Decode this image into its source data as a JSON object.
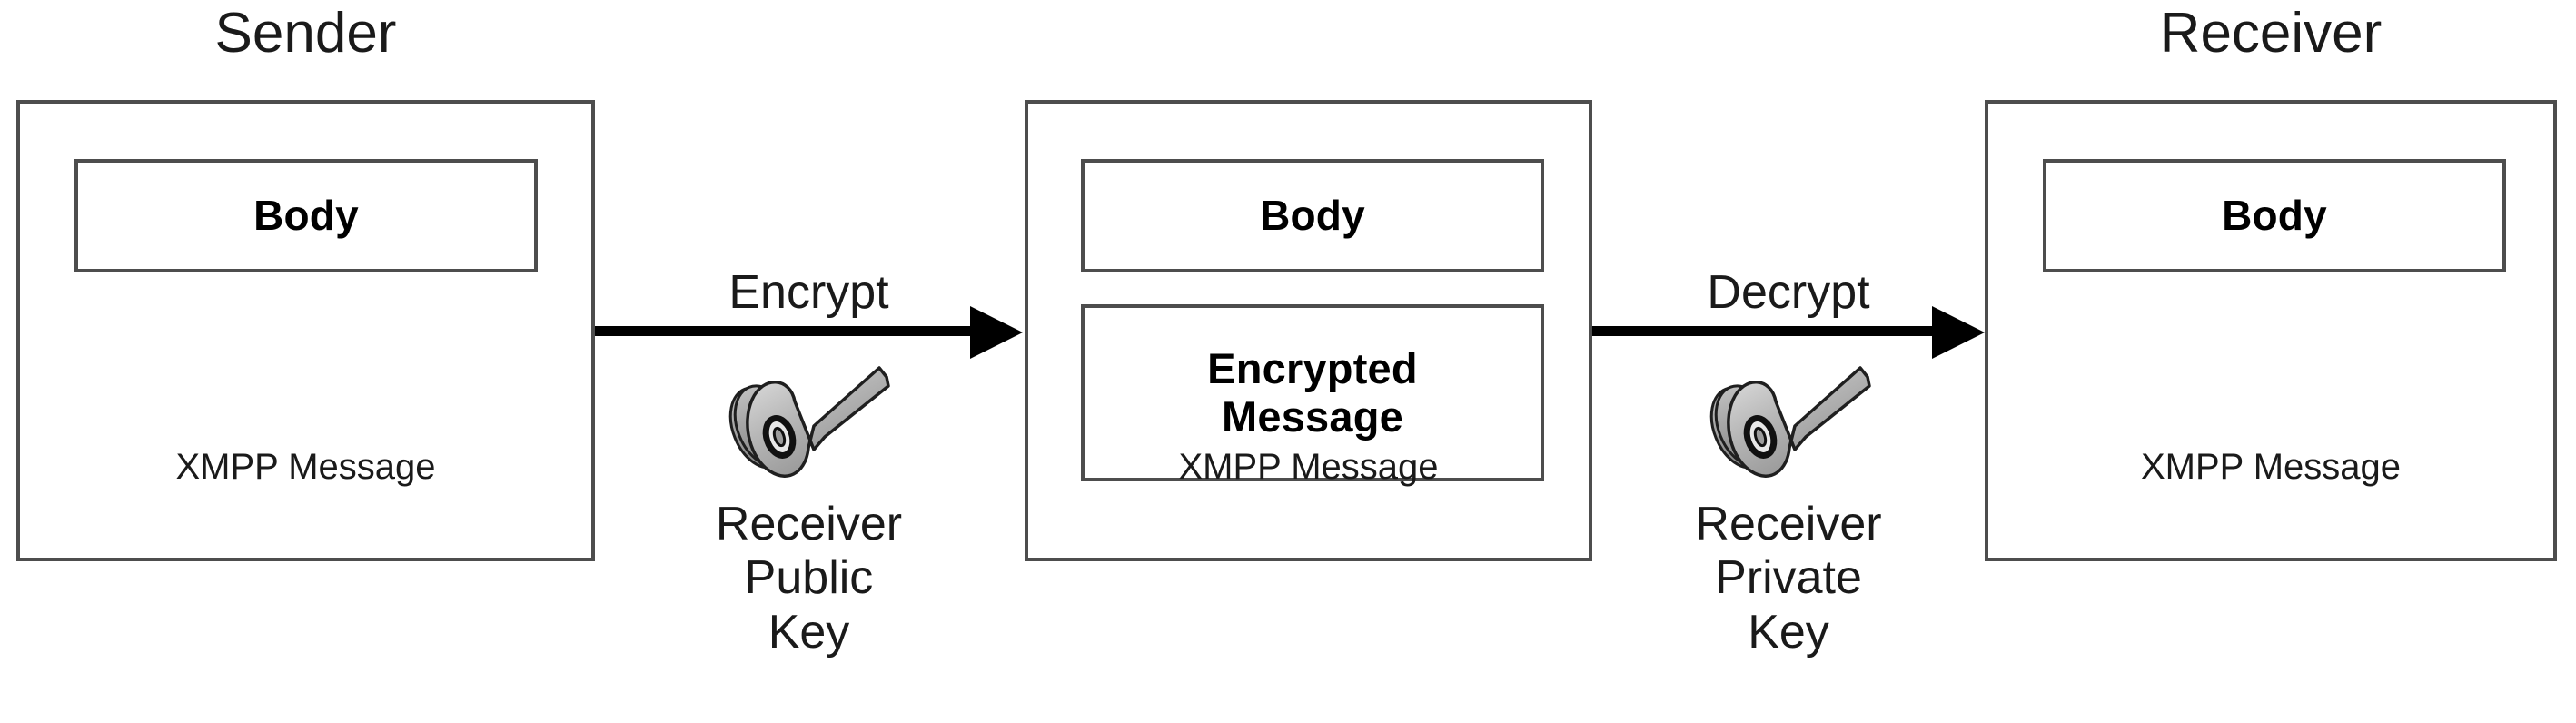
{
  "diagram": {
    "title": "XMPP end-to-end encryption message flow",
    "colors": {
      "box_border": "#4d4d4d",
      "arrow": "#000000",
      "text": "#1a1a1a",
      "key_light": "#d4d4d4",
      "key_mid": "#9a9a9a",
      "key_dark": "#6e6e6e",
      "background": "#ffffff"
    }
  },
  "columns": [
    {
      "id": "sender",
      "title": "Sender",
      "caption": "XMPP Message",
      "inner_boxes": [
        {
          "id": "body",
          "label": "Body"
        }
      ]
    },
    {
      "id": "transit",
      "title": "",
      "caption": "XMPP Message",
      "inner_boxes": [
        {
          "id": "body",
          "label": "Body"
        },
        {
          "id": "encrypted-message",
          "label_line1": "Encrypted",
          "label_line2": "Message"
        }
      ]
    },
    {
      "id": "receiver",
      "title": "Receiver",
      "caption": "XMPP Message",
      "inner_boxes": [
        {
          "id": "body",
          "label": "Body"
        }
      ]
    }
  ],
  "transitions": [
    {
      "id": "encrypt",
      "label": "Encrypt",
      "icon": "key-icon",
      "key_caption_line1": "Receiver",
      "key_caption_line2": "Public",
      "key_caption_line3": "Key"
    },
    {
      "id": "decrypt",
      "label": "Decrypt",
      "icon": "key-icon",
      "key_caption_line1": "Receiver",
      "key_caption_line2": "Private",
      "key_caption_line3": "Key"
    }
  ]
}
